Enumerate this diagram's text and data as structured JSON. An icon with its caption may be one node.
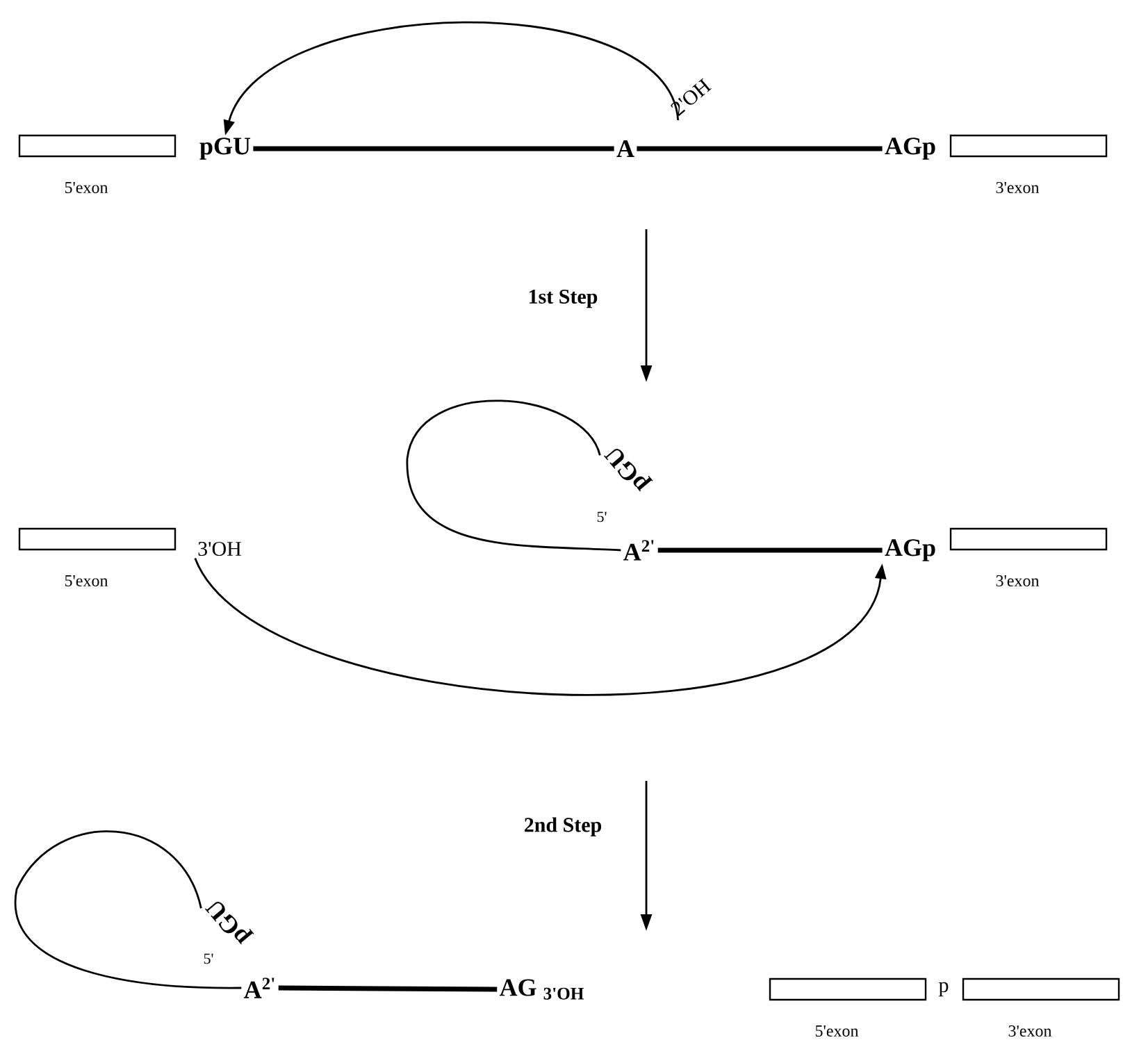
{
  "diagram": {
    "nodes": [
      {
        "text": [],
        "shape": "box",
        "beside": [
          "5'exon"
        ]
      },
      {
        "text": [
          "pGU"
        ]
      },
      {
        "text": [
          "A"
        ]
      },
      {
        "text": [
          "AGp"
        ]
      },
      {
        "text": [],
        "shape": "box",
        "beside": [
          "3'exon"
        ]
      },
      {
        "text": [
          "2'OH"
        ]
      },
      {
        "text": [],
        "shape": "box",
        "beside": [
          "5'exon"
        ]
      },
      {
        "text": [
          "3'OH"
        ]
      },
      {
        "text": [
          "A$^{2'}$"
        ]
      },
      {
        "text": [
          "pGU"
        ]
      },
      {
        "text": [
          "AGp"
        ]
      },
      {
        "text": [],
        "shape": "box",
        "beside": [
          "3'exon"
        ]
      },
      {
        "text": [
          "pGU"
        ]
      },
      {
        "text": [
          "A$^{2'}$"
        ]
      },
      {
        "text": [
          "AG $_{3'OH}$"
        ]
      },
      {
        "text": [],
        "shape": "box",
        "beside": [
          "5'exon"
        ]
      },
      {
        "text": [
          "p"
        ]
      },
      {
        "text": [],
        "shape": "box",
        "beside": [
          "3'exon"
        ]
      }
    ],
    "edges": [
      {
        "from": 1,
        "to": 2,
        "arrow": "none",
        "style": "thick"
      },
      {
        "from": 2,
        "to": 3,
        "arrow": "none",
        "style": "thick"
      },
      {
        "from": 5,
        "to": 1,
        "arrow": "to"
      },
      {
        "from": 9,
        "to": 8,
        "arrow": "none"
      },
      {
        "from": 8,
        "to": 10,
        "arrow": "none",
        "style": "thick"
      },
      {
        "from": 7,
        "to": 10,
        "arrow": "to"
      },
      {
        "from": 12,
        "to": 13,
        "arrow": "none"
      },
      {
        "from": 13,
        "to": 14,
        "arrow": "none",
        "style": "thick"
      }
    ],
    "labels": [
      "1st Step",
      "5'",
      "2nd Step",
      "5'"
    ]
  }
}
